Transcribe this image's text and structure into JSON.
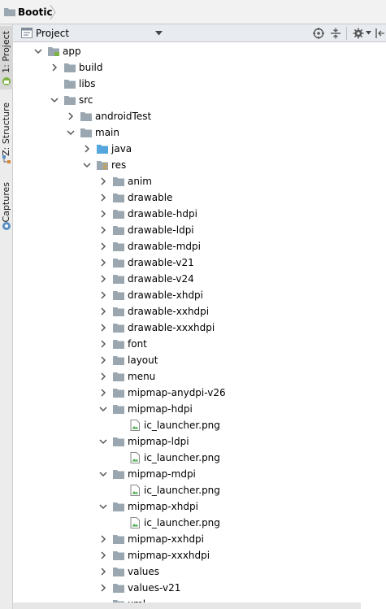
{
  "breadcrumb": {
    "label": "Bootic"
  },
  "sidebar": {
    "tabs": [
      {
        "label": "1: Project"
      },
      {
        "label": "Z: Structure"
      },
      {
        "label": "Captures"
      }
    ]
  },
  "header": {
    "view_mode": "Project"
  },
  "tree": [
    {
      "label": "app",
      "depth": 0,
      "expanded": true,
      "icon": "module"
    },
    {
      "label": "build",
      "depth": 1,
      "expanded": false,
      "icon": "folder"
    },
    {
      "label": "libs",
      "depth": 1,
      "expanded": null,
      "icon": "folder"
    },
    {
      "label": "src",
      "depth": 1,
      "expanded": true,
      "icon": "folder"
    },
    {
      "label": "androidTest",
      "depth": 2,
      "expanded": false,
      "icon": "folder"
    },
    {
      "label": "main",
      "depth": 2,
      "expanded": true,
      "icon": "folder"
    },
    {
      "label": "java",
      "depth": 3,
      "expanded": false,
      "icon": "source-folder"
    },
    {
      "label": "res",
      "depth": 3,
      "expanded": true,
      "icon": "resource-folder"
    },
    {
      "label": "anim",
      "depth": 4,
      "expanded": false,
      "icon": "folder"
    },
    {
      "label": "drawable",
      "depth": 4,
      "expanded": false,
      "icon": "folder"
    },
    {
      "label": "drawable-hdpi",
      "depth": 4,
      "expanded": false,
      "icon": "folder"
    },
    {
      "label": "drawable-ldpi",
      "depth": 4,
      "expanded": false,
      "icon": "folder"
    },
    {
      "label": "drawable-mdpi",
      "depth": 4,
      "expanded": false,
      "icon": "folder"
    },
    {
      "label": "drawable-v21",
      "depth": 4,
      "expanded": false,
      "icon": "folder"
    },
    {
      "label": "drawable-v24",
      "depth": 4,
      "expanded": false,
      "icon": "folder"
    },
    {
      "label": "drawable-xhdpi",
      "depth": 4,
      "expanded": false,
      "icon": "folder"
    },
    {
      "label": "drawable-xxhdpi",
      "depth": 4,
      "expanded": false,
      "icon": "folder"
    },
    {
      "label": "drawable-xxxhdpi",
      "depth": 4,
      "expanded": false,
      "icon": "folder"
    },
    {
      "label": "font",
      "depth": 4,
      "expanded": false,
      "icon": "folder"
    },
    {
      "label": "layout",
      "depth": 4,
      "expanded": false,
      "icon": "folder"
    },
    {
      "label": "menu",
      "depth": 4,
      "expanded": false,
      "icon": "folder"
    },
    {
      "label": "mipmap-anydpi-v26",
      "depth": 4,
      "expanded": false,
      "icon": "folder"
    },
    {
      "label": "mipmap-hdpi",
      "depth": 4,
      "expanded": true,
      "icon": "folder"
    },
    {
      "label": "ic_launcher.png",
      "depth": 5,
      "expanded": null,
      "icon": "image-file"
    },
    {
      "label": "mipmap-ldpi",
      "depth": 4,
      "expanded": true,
      "icon": "folder"
    },
    {
      "label": "ic_launcher.png",
      "depth": 5,
      "expanded": null,
      "icon": "image-file"
    },
    {
      "label": "mipmap-mdpi",
      "depth": 4,
      "expanded": true,
      "icon": "folder"
    },
    {
      "label": "ic_launcher.png",
      "depth": 5,
      "expanded": null,
      "icon": "image-file"
    },
    {
      "label": "mipmap-xhdpi",
      "depth": 4,
      "expanded": true,
      "icon": "folder"
    },
    {
      "label": "ic_launcher.png",
      "depth": 5,
      "expanded": null,
      "icon": "image-file"
    },
    {
      "label": "mipmap-xxhdpi",
      "depth": 4,
      "expanded": false,
      "icon": "folder"
    },
    {
      "label": "mipmap-xxxhdpi",
      "depth": 4,
      "expanded": false,
      "icon": "folder"
    },
    {
      "label": "values",
      "depth": 4,
      "expanded": false,
      "icon": "folder"
    },
    {
      "label": "values-v21",
      "depth": 4,
      "expanded": false,
      "icon": "folder"
    },
    {
      "label": "xml",
      "depth": 4,
      "expanded": null,
      "icon": "folder"
    }
  ],
  "colors": {
    "folder": "#9aa7b0",
    "source_folder": "#54a6dc",
    "module_dot": "#7cb342",
    "chevron": "#555555"
  }
}
